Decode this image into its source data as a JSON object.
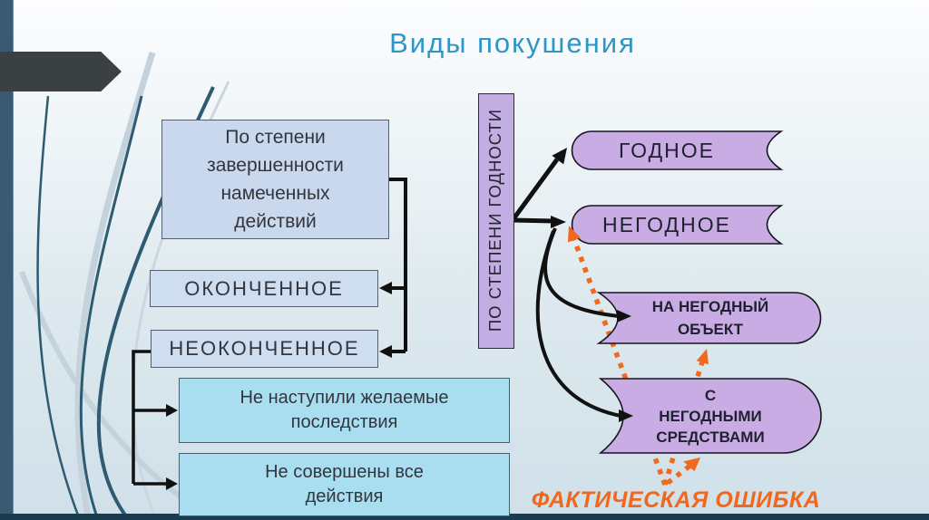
{
  "title": "Виды покушения",
  "left_column": {
    "criterion_box": "По степени\nзавершенности\nнамеченных\nдействий",
    "finished": "ОКОНЧЕННОЕ",
    "unfinished": "НЕОКОНЧЕННОЕ",
    "no_consequences": "Не наступили желаемые\nпоследствия",
    "not_all_actions": "Не совершены все\nдействия"
  },
  "right_column": {
    "criterion_vertical": "ПО СТЕПЕНИ ГОДНОСТИ",
    "suitable": "ГОДНОЕ",
    "unsuitable": "НЕГОДНОЕ",
    "unfit_object": "НА НЕГОДНЫЙ\nОБЪЕКТ",
    "unfit_means": "С\nНЕГОДНЫМИ\nСРЕДСТВАМИ",
    "factual_error": "ФАКТИЧЕСКАЯ ОШИБКА"
  },
  "colors": {
    "title_blue": "#2e96c7",
    "box_blue": "#c9d8ec",
    "box_cyan": "#a9def0",
    "shape_purple": "#c9ace4",
    "accent_orange": "#f2691d",
    "arrow_black": "#111111"
  }
}
